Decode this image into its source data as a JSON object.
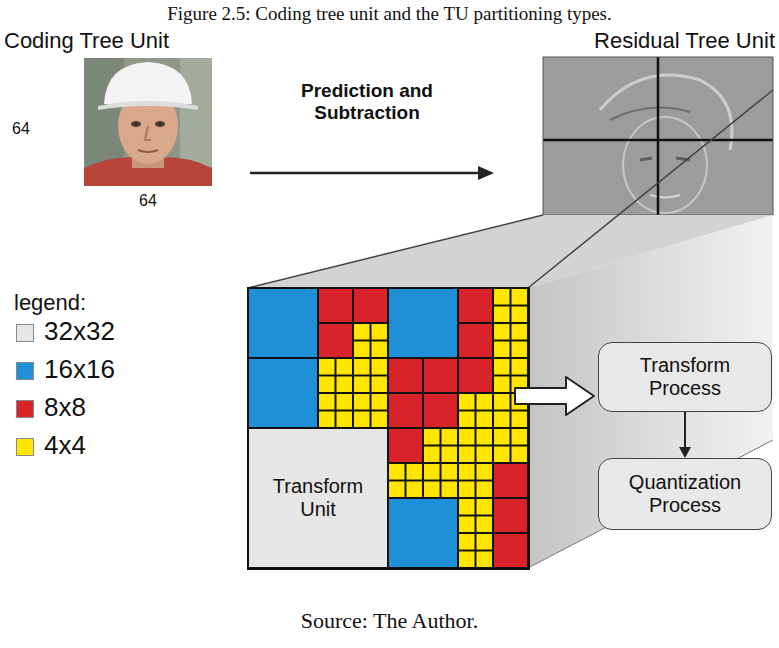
{
  "diagram": {
    "title": "Figure 2.5: Coding tree unit and the TU partitioning types.",
    "caption": "Source: The Author.",
    "nodes": [
      {
        "text": [
          "Transform Unit"
        ]
      },
      {
        "text": [
          "Transform Process"
        ]
      },
      {
        "text": [
          "Quantization Process"
        ]
      }
    ],
    "edges": [
      {
        "from": 1,
        "to": 2,
        "arrow": "to"
      }
    ],
    "labels": [
      "Coding Tree Unit",
      "Residual Tree Unit",
      "64",
      "64",
      "Prediction and Subtraction",
      "legend:"
    ],
    "legend": [
      {
        "text": "32x32",
        "color": "#e6e6e6"
      },
      {
        "text": "16x16",
        "color": "#1f8fd8"
      },
      {
        "text": "8x8",
        "color": "#d9232a"
      },
      {
        "text": "4x4",
        "color": "#ffe600"
      }
    ]
  }
}
